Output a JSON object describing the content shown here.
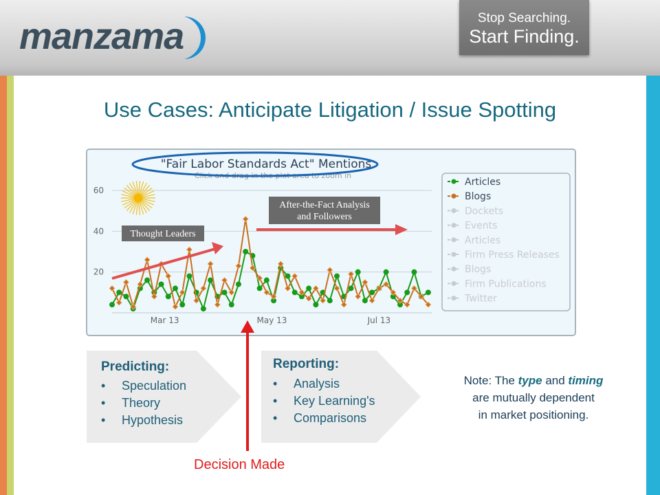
{
  "header": {
    "logo_text": "manzama",
    "tagline_line1": "Stop Searching.",
    "tagline_line2": "Start Finding."
  },
  "slide": {
    "title": "Use Cases: Anticipate Litigation / Issue Spotting",
    "predicting": {
      "heading": "Predicting:",
      "items": [
        "Speculation",
        "Theory",
        "Hypothesis"
      ]
    },
    "reporting": {
      "heading": "Reporting:",
      "items": [
        "Analysis",
        "Key Learning's",
        "Comparisons"
      ]
    },
    "note": {
      "prefix": "Note: The ",
      "type_word": "type",
      "and": " and ",
      "timing_word": "timing",
      "line2": "are mutually dependent",
      "line3": "in market positioning."
    },
    "decision_label": "Decision Made",
    "bullet": "•"
  },
  "colors": {
    "title": "#17687f",
    "articles": "#1a9a1a",
    "blogs": "#c8701e",
    "annotation_arrow": "#e05050",
    "decision_arrow": "#e01b1b",
    "highlight_ellipse": "#1b64b0"
  },
  "chart_data": {
    "type": "line",
    "title": "\"Fair Labor Standards Act\" Mentions",
    "subtitle": "Click and drag in the plot area to zoom in",
    "xlabel": "",
    "ylabel": "",
    "ylim": [
      0,
      60
    ],
    "yticks": [
      20,
      40,
      60
    ],
    "xticks": [
      "Mar 13",
      "May 13",
      "Jul 13"
    ],
    "grid": true,
    "legend_placement": "right",
    "x": [
      "2013-02-11",
      "2013-02-15",
      "2013-02-19",
      "2013-02-23",
      "2013-02-27",
      "2013-03-03",
      "2013-03-07",
      "2013-03-11",
      "2013-03-15",
      "2013-03-19",
      "2013-03-23",
      "2013-03-27",
      "2013-03-31",
      "2013-04-04",
      "2013-04-08",
      "2013-04-12",
      "2013-04-16",
      "2013-04-20",
      "2013-04-24",
      "2013-04-28",
      "2013-05-02",
      "2013-05-06",
      "2013-05-10",
      "2013-05-14",
      "2013-05-18",
      "2013-05-22",
      "2013-05-26",
      "2013-05-30",
      "2013-06-03",
      "2013-06-07",
      "2013-06-11",
      "2013-06-15",
      "2013-06-19",
      "2013-06-23",
      "2013-06-27",
      "2013-07-01",
      "2013-07-05",
      "2013-07-09",
      "2013-07-13",
      "2013-07-17",
      "2013-07-21",
      "2013-07-25",
      "2013-07-29",
      "2013-08-02",
      "2013-08-06",
      "2013-08-10"
    ],
    "series": [
      {
        "name": "Articles",
        "color": "#1a9a1a",
        "marker": "circle",
        "values": [
          4,
          10,
          8,
          2,
          12,
          16,
          10,
          14,
          8,
          12,
          4,
          18,
          10,
          2,
          16,
          8,
          10,
          4,
          14,
          30,
          28,
          12,
          16,
          6,
          22,
          18,
          10,
          8,
          12,
          4,
          10,
          6,
          18,
          8,
          12,
          20,
          6,
          10,
          12,
          20,
          8,
          4,
          10,
          20,
          8,
          10
        ]
      },
      {
        "name": "Blogs",
        "color": "#c8701e",
        "marker": "diamond",
        "values": [
          12,
          5,
          15,
          3,
          14,
          26,
          8,
          24,
          18,
          3,
          10,
          31,
          6,
          12,
          24,
          4,
          16,
          10,
          23,
          46,
          22,
          17,
          10,
          8,
          24,
          12,
          18,
          10,
          7,
          12,
          6,
          21,
          12,
          4,
          19,
          8,
          15,
          6,
          12,
          14,
          10,
          6,
          4,
          12,
          8,
          4
        ]
      }
    ],
    "legend": [
      {
        "label": "Articles",
        "active": true
      },
      {
        "label": "Blogs",
        "active": true
      },
      {
        "label": "Dockets",
        "active": false
      },
      {
        "label": "Events",
        "active": false
      },
      {
        "label": "Articles",
        "active": false
      },
      {
        "label": "Firm Press Releases",
        "active": false
      },
      {
        "label": "Blogs",
        "active": false
      },
      {
        "label": "Firm Publications",
        "active": false
      },
      {
        "label": "Twitter",
        "active": false
      }
    ],
    "annotations": {
      "thought_leaders": "Thought Leaders",
      "after_fact_1": "After-the-Fact Analysis",
      "after_fact_2": "and Followers"
    }
  }
}
